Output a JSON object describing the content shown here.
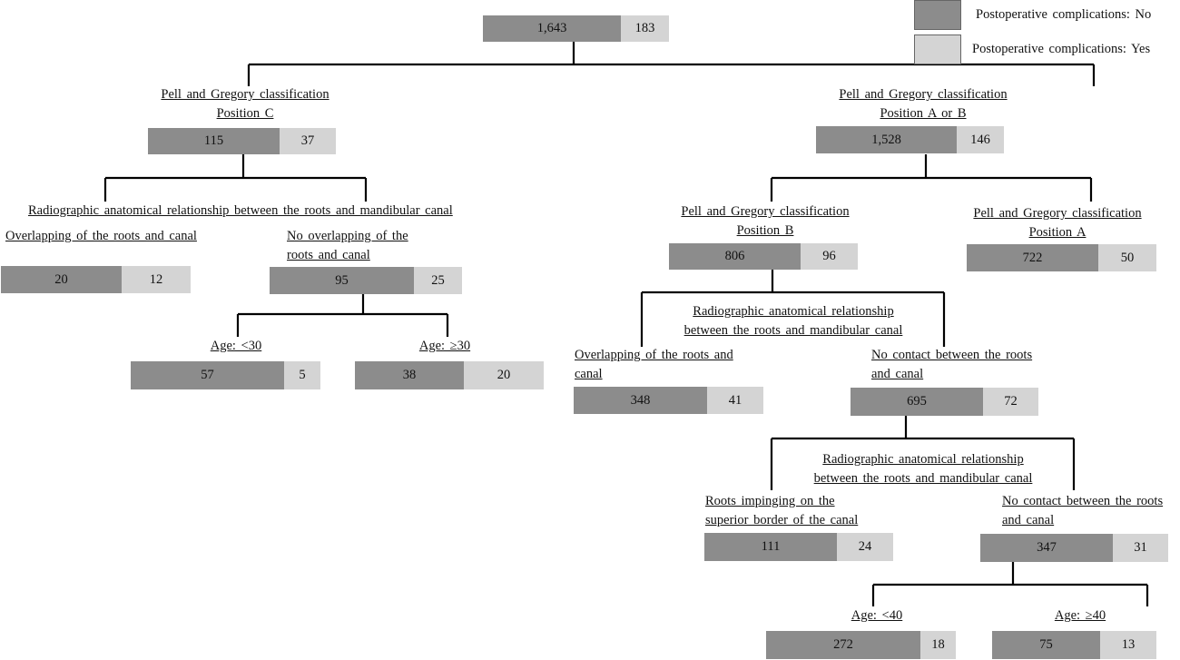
{
  "legend": [
    {
      "label": "Postoperative complications:  No",
      "color": "#8c8c8c"
    },
    {
      "label": "Postoperative complications:  Yes",
      "color": "#d4d4d4"
    }
  ],
  "nodes": {
    "root": {
      "no": "1,643",
      "yes": "183"
    },
    "posC": {
      "label": [
        "Pell and Gregory classification",
        "Position  C"
      ],
      "no": "115",
      "yes": "37"
    },
    "posAB": {
      "label": [
        "Pell and Gregory classification",
        "Position  A or B"
      ],
      "no": "1,528",
      "yes": "146"
    },
    "c_rel": {
      "label": [
        "Radiographic  anatomical relationship  between the roots and mandibular  canal"
      ]
    },
    "c_overlap": {
      "label": [
        "Overlapping  of the roots and canal"
      ],
      "no": "20",
      "yes": "12"
    },
    "c_nooverlap": {
      "label": [
        "No overlapping  of the",
        "roots and canal"
      ],
      "no": "95",
      "yes": "25"
    },
    "c_age_lt30": {
      "label": [
        "Age: <30"
      ],
      "no": "57",
      "yes": "5"
    },
    "c_age_ge30": {
      "label": [
        "Age: ≥30"
      ],
      "no": "38",
      "yes": "20"
    },
    "posB": {
      "label": [
        "Pell and Gregory classification",
        "Position  B"
      ],
      "no": "806",
      "yes": "96"
    },
    "posA": {
      "label": [
        "Pell and Gregory classification",
        "Position  A"
      ],
      "no": "722",
      "yes": "50"
    },
    "b_rel": {
      "label": [
        "Radiographic  anatomical relationship",
        "between the roots and mandibular  canal"
      ]
    },
    "b_overlap": {
      "label": [
        "Overlapping  of the roots and",
        "canal"
      ],
      "no": "348",
      "yes": "41"
    },
    "b_nocontact": {
      "label": [
        "No contact  between the roots",
        "and canal"
      ],
      "no": "695",
      "yes": "72"
    },
    "n_rel": {
      "label": [
        "Radiographic  anatomical relationship",
        "between the roots and mandibular  canal"
      ]
    },
    "n_imping": {
      "label": [
        "Roots impinging  on the",
        "superior border of the canal"
      ],
      "no": "111",
      "yes": "24"
    },
    "n_nocontact": {
      "label": [
        "No contact  between the roots",
        "and canal"
      ],
      "no": "347",
      "yes": "31"
    },
    "n_age_lt40": {
      "label": [
        "Age: <40"
      ],
      "no": "272",
      "yes": "18"
    },
    "n_age_ge40": {
      "label": [
        "Age: ≥40"
      ],
      "no": "75",
      "yes": "13"
    }
  }
}
